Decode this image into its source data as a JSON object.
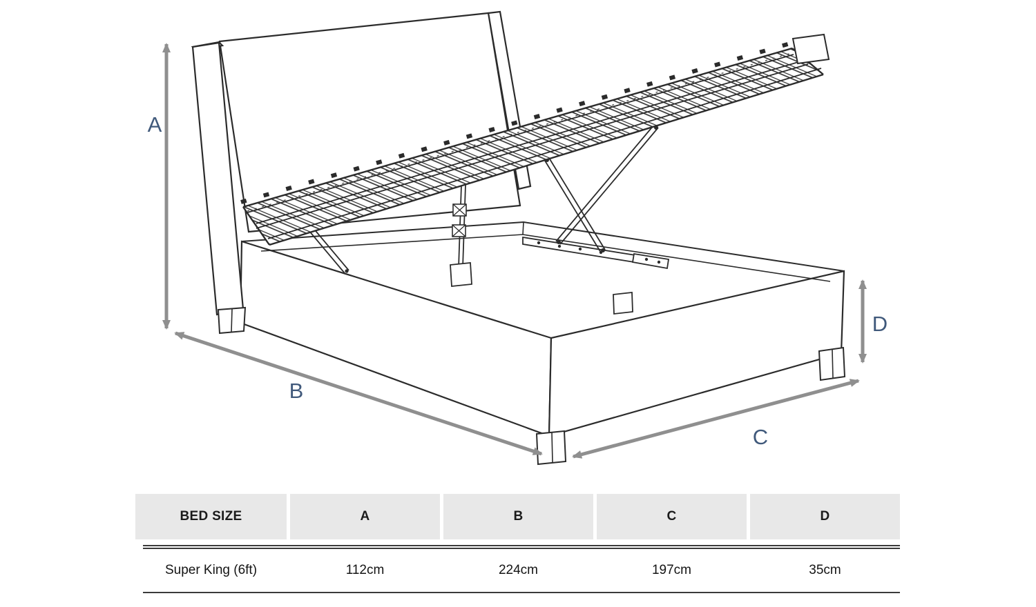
{
  "diagram": {
    "name": "ottoman-storage-bed-dimension-diagram",
    "line_color": "#2b2b2b",
    "arrow_color": "#8f8f8f",
    "label_color": "#40597b",
    "labels": {
      "a": "A",
      "b": "B",
      "c": "C",
      "d": "D"
    }
  },
  "table": {
    "header_bg": "#e8e8e8",
    "rule_color": "#3a3a3a",
    "headers": [
      "BED SIZE",
      "A",
      "B",
      "C",
      "D"
    ],
    "rows": [
      [
        "Super King (6ft)",
        "112cm",
        "224cm",
        "197cm",
        "35cm"
      ]
    ]
  }
}
